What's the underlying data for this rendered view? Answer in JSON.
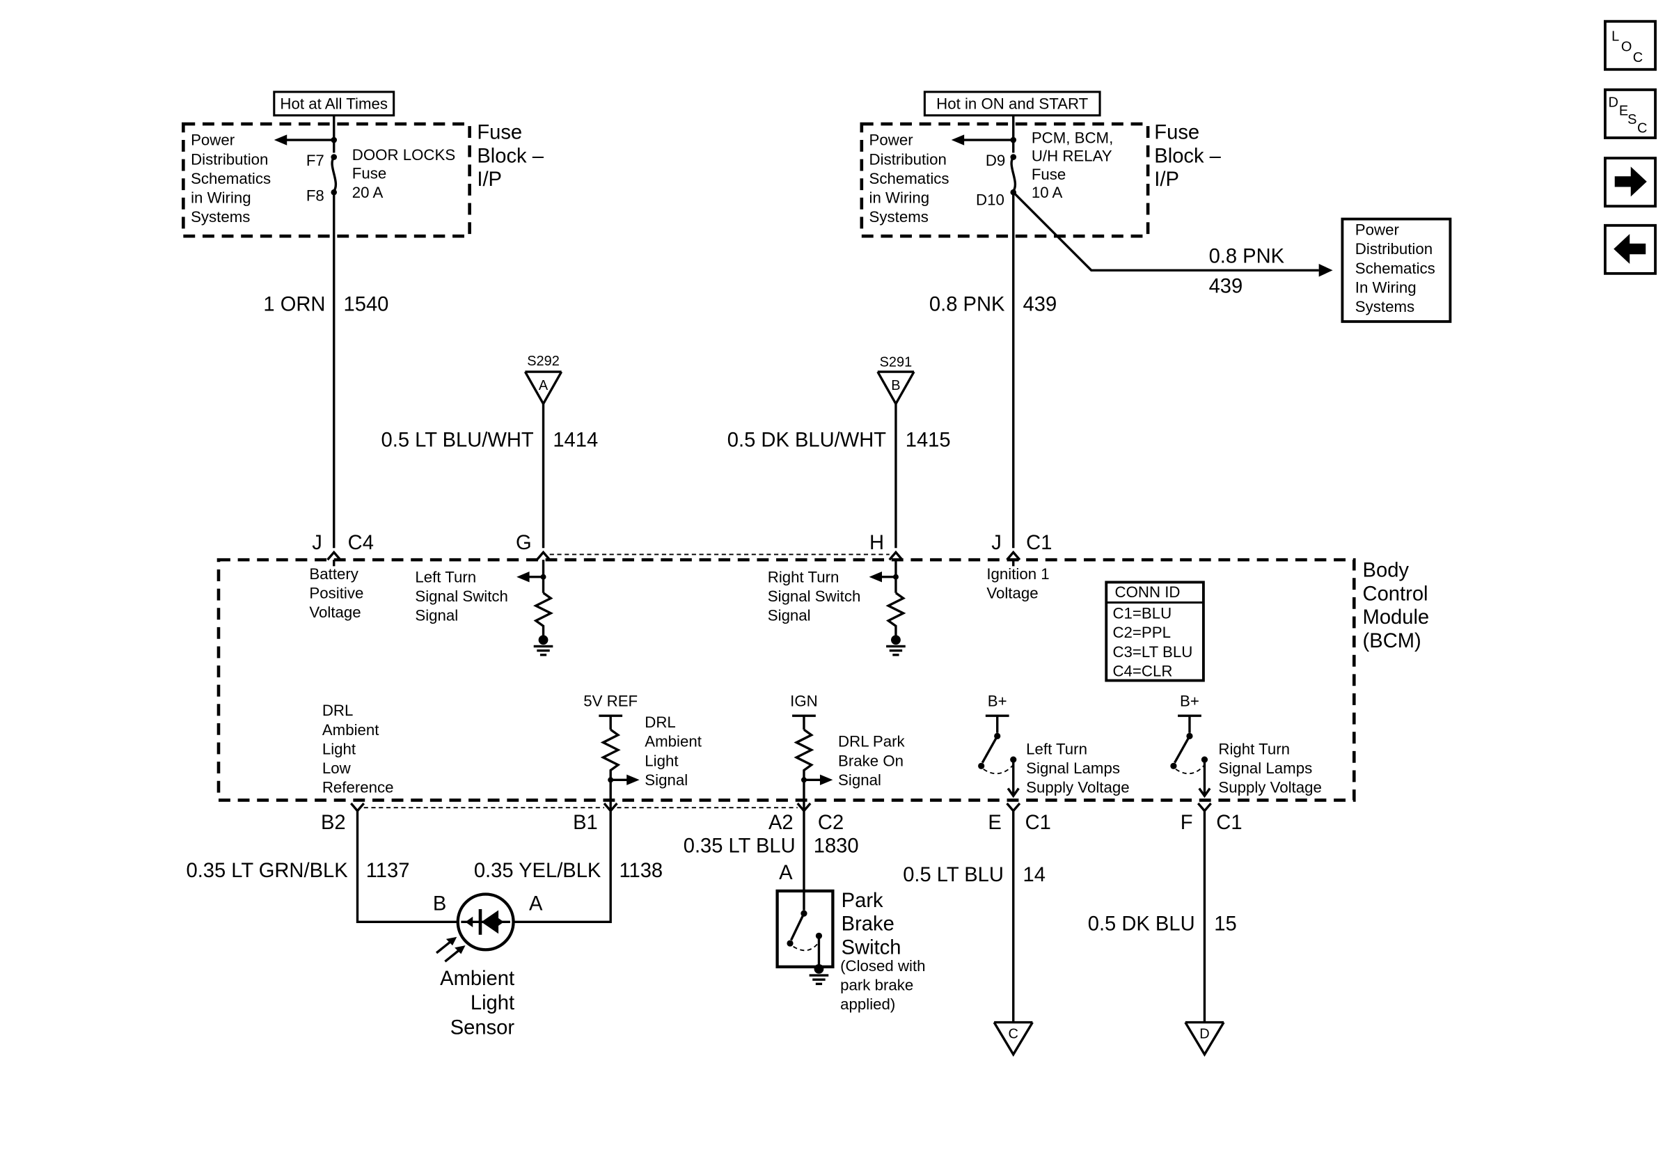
{
  "nav": {
    "loc": [
      "L",
      "O",
      "C"
    ],
    "desc": [
      "D",
      "E",
      "S",
      "C"
    ]
  },
  "fuse_left": {
    "header": "Hot at All Times",
    "power_lines": [
      "Power",
      "Distribution",
      "Schematics",
      "in Wiring",
      "Systems"
    ],
    "pin_top": "F7",
    "pin_bottom": "F8",
    "fuse_name": "DOOR LOCKS",
    "fuse_word": "Fuse",
    "fuse_rating": "20 A",
    "block_lines": [
      "Fuse",
      "Block –",
      "I/P"
    ]
  },
  "fuse_right": {
    "header": "Hot in ON and START",
    "power_lines": [
      "Power",
      "Distribution",
      "Schematics",
      "in Wiring",
      "Systems"
    ],
    "pin_top": "D9",
    "pin_bottom": "D10",
    "fuse_lines": [
      "PCM, BCM,",
      "U/H RELAY",
      "Fuse",
      "10 A"
    ],
    "block_lines": [
      "Fuse",
      "Block –",
      "I/P"
    ]
  },
  "power_box": {
    "lines": [
      "Power",
      "Distribution",
      "Schematics",
      "In Wiring",
      "Systems"
    ]
  },
  "wires": {
    "orn": {
      "color": "1 ORN",
      "circuit": "1540"
    },
    "pnk": {
      "color": "0.8 PNK",
      "circuit": "439"
    },
    "pnk_branch": {
      "color": "0.8 PNK",
      "circuit": "439"
    },
    "ltbluwht": {
      "color": "0.5 LT BLU/WHT",
      "circuit": "1414"
    },
    "dkbluwht": {
      "color": "0.5 DK BLU/WHT",
      "circuit": "1415"
    },
    "ltgrnblk": {
      "color": "0.35 LT GRN/BLK",
      "circuit": "1137"
    },
    "yelblk": {
      "color": "0.35 YEL/BLK",
      "circuit": "1138"
    },
    "ltblu_park": {
      "color": "0.35 LT BLU",
      "circuit": "1830"
    },
    "ltblu_14": {
      "color": "0.5 LT BLU",
      "circuit": "14"
    },
    "dkblu_15": {
      "color": "0.5 DK BLU",
      "circuit": "15"
    }
  },
  "splices": {
    "s292": {
      "name": "S292",
      "letter": "A"
    },
    "s291": {
      "name": "S291",
      "letter": "B"
    }
  },
  "bcm": {
    "title_lines": [
      "Body",
      "Control",
      "Module",
      "(BCM)"
    ],
    "pins_top": {
      "j1": "J",
      "c4": "C4",
      "g": "G",
      "h": "H",
      "j2": "J",
      "c1": "C1"
    },
    "pins_bottom": {
      "b2": "B2",
      "b1": "B1",
      "a2": "A2",
      "c2": "C2",
      "e": "E",
      "c1a": "C1",
      "f": "F",
      "c1b": "C1"
    },
    "battery_lines": [
      "Battery",
      "Positive",
      "Voltage"
    ],
    "left_turn_lines": [
      "Left Turn",
      "Signal Switch",
      "Signal"
    ],
    "right_turn_lines": [
      "Right Turn",
      "Signal Switch",
      "Signal"
    ],
    "ignition_lines": [
      "Ignition 1",
      "Voltage"
    ],
    "conn_id": {
      "header": "CONN ID",
      "rows": [
        "C1=BLU",
        "C2=PPL",
        "C3=LT BLU",
        "C4=CLR"
      ]
    },
    "drl_low_lines": [
      "DRL",
      "Ambient",
      "Light",
      "Low",
      "Reference"
    ],
    "ref_5v": "5V REF",
    "drl_signal_lines": [
      "DRL",
      "Ambient",
      "Light",
      "Signal"
    ],
    "ign": "IGN",
    "park_on_lines": [
      "DRL Park",
      "Brake On",
      "Signal"
    ],
    "bplus_left": "B+",
    "bplus_right": "B+",
    "left_lamps_lines": [
      "Left Turn",
      "Signal Lamps",
      "Supply Voltage"
    ],
    "right_lamps_lines": [
      "Right Turn",
      "Signal Lamps",
      "Supply Voltage"
    ]
  },
  "sensor": {
    "pin_b": "B",
    "pin_a": "A",
    "name_lines": [
      "Ambient",
      "Light",
      "Sensor"
    ]
  },
  "park_switch": {
    "pin": "A",
    "name_lines": [
      "Park",
      "Brake",
      "Switch"
    ],
    "note_lines": [
      "(Closed with",
      "park brake",
      "applied)"
    ]
  },
  "offpage": {
    "c": "C",
    "d": "D"
  }
}
